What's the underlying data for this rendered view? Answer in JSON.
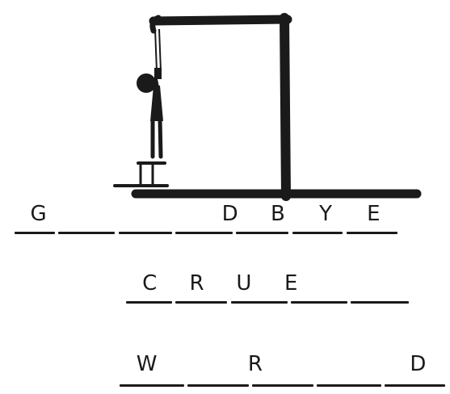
{
  "game": {
    "words": [
      {
        "slots": [
          "G",
          "",
          "",
          "",
          "D",
          "B",
          "Y",
          "E"
        ]
      },
      {
        "slots": [
          "C",
          "R",
          "U",
          "E",
          "",
          ""
        ]
      },
      {
        "slots": [
          "W",
          "",
          "R",
          "",
          "",
          "D"
        ]
      }
    ],
    "colors": {
      "ink": "#1a1a1a",
      "background": "#ffffff"
    },
    "icons": [
      "gallows-icon",
      "hanged-figure-icon",
      "stool-icon",
      "noose-icon"
    ]
  }
}
